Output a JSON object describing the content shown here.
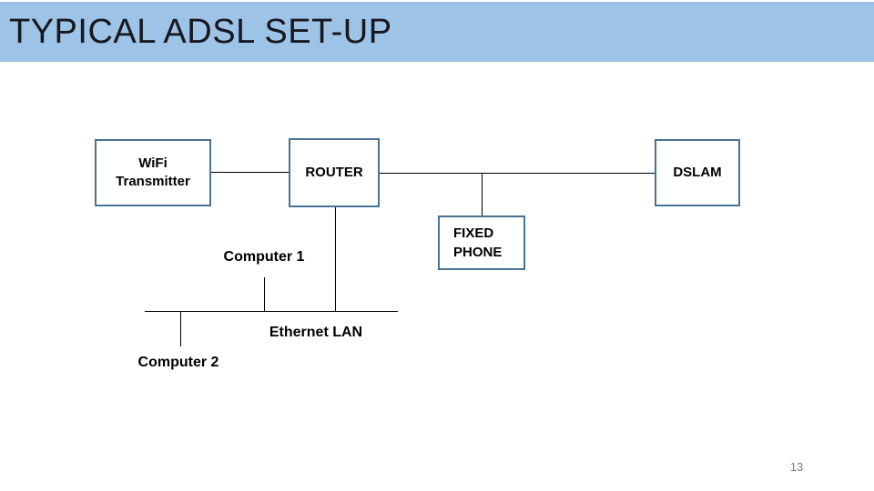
{
  "slide": {
    "title": "TYPICAL ADSL SET-UP",
    "page_number": "13"
  },
  "colors": {
    "banner_bg": "#9DC3E6",
    "title_text": "#17171F",
    "box_border": "#4A7293",
    "connector": "#000000",
    "page_number": "#7F7F7F"
  },
  "diagram": {
    "nodes": {
      "wifi": {
        "line1": "WiFi",
        "line2": "Transmitter"
      },
      "router": {
        "label": "ROUTER"
      },
      "dslam": {
        "label": "DSLAM"
      },
      "fixed_phone": {
        "line1": "FIXED",
        "line2": "PHONE"
      }
    },
    "labels": {
      "computer1": "Computer 1",
      "ethernet_lan": "Ethernet LAN",
      "computer2": "Computer 2"
    },
    "connections": [
      {
        "from": "wifi",
        "to": "router"
      },
      {
        "from": "router",
        "to": "dslam"
      },
      {
        "from": "router-dslam-line",
        "to": "fixed_phone"
      },
      {
        "from": "router",
        "to": "ethernet_lan"
      },
      {
        "from": "computer1",
        "to": "ethernet_lan"
      },
      {
        "from": "computer2",
        "to": "ethernet_lan"
      }
    ]
  }
}
